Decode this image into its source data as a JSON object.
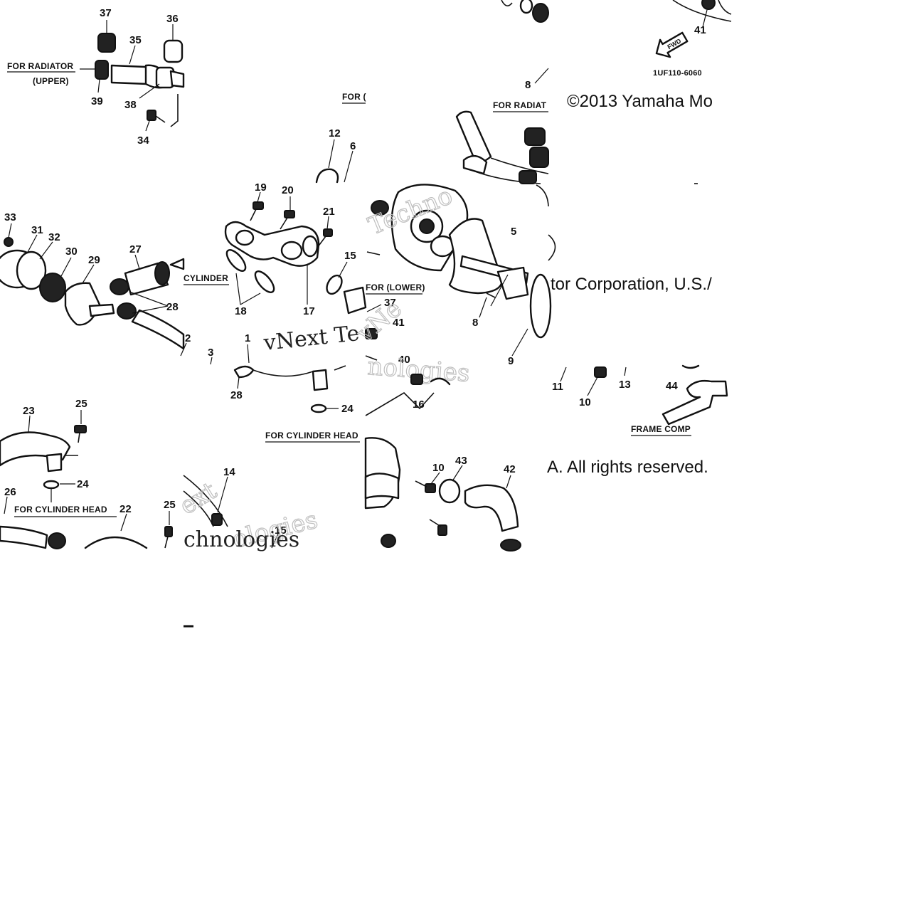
{
  "diagram_code": "1UF110-6060",
  "copyright_parts": [
    "©2013 Yamaha Mo",
    "tor Corporation, U.S./",
    "A. All rights reserved."
  ],
  "watermark_parts": [
    "vNext Te",
    "chnologies",
    "ext",
    "ologies",
    "ext",
    "Techno",
    "vNe",
    "nologies"
  ],
  "fwd_label": "FWD",
  "labels": {
    "for_radiator": "FOR RADIATOR",
    "upper": "(UPPER)",
    "for_trunc": "FOR (",
    "for_radiat_trunc": "FOR RADIAT",
    "cylinder": "CYLINDER",
    "for_lower": "FOR (LOWER)",
    "for_cylinder_head_a": "FOR CYLINDER HEAD",
    "for_cylinder_head_b": "FOR CYLINDER HEAD",
    "frame_comp": "FRAME COMP"
  },
  "callouts": [
    "37",
    "36",
    "35",
    "39",
    "38",
    "34",
    "12",
    "6",
    "41",
    "8",
    "33",
    "31",
    "32",
    "30",
    "29",
    "27",
    "28",
    "19",
    "20",
    "21",
    "15",
    "18",
    "17",
    "2",
    "3",
    "1",
    "5",
    "37",
    "41",
    "40",
    "8",
    "9",
    "11",
    "10",
    "13",
    "44",
    "23",
    "25",
    "28",
    "24",
    "16",
    "26",
    "24",
    "22",
    "25",
    "14",
    "15",
    "10",
    "43",
    "42"
  ]
}
